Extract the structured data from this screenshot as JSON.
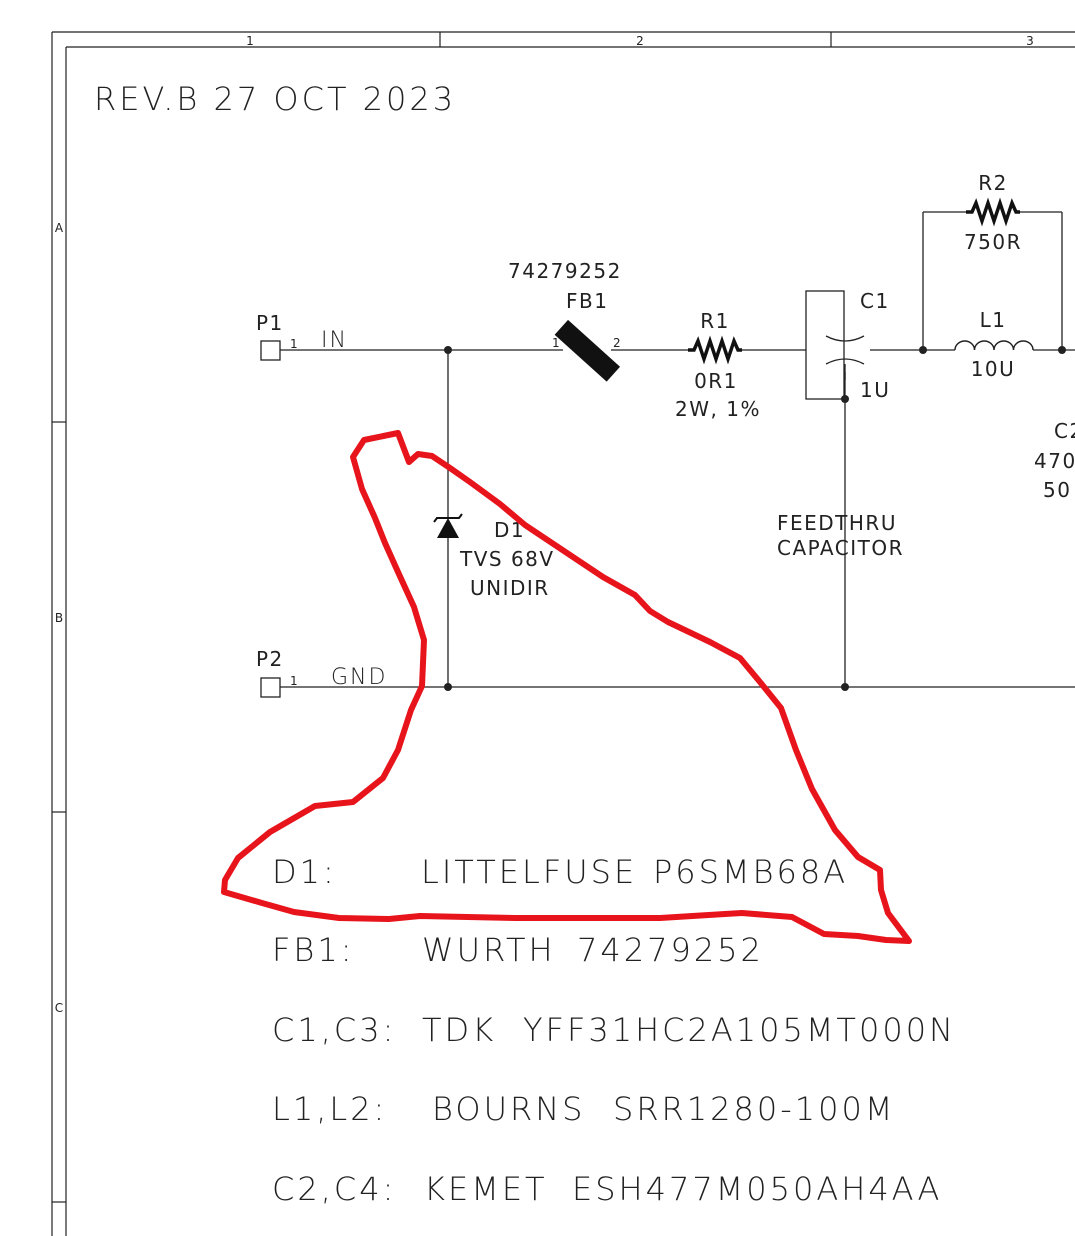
{
  "frame": {
    "columns": [
      "1",
      "2",
      "3"
    ],
    "rows": [
      "A",
      "B",
      "C"
    ]
  },
  "revision": "REV.B  27 OCT 2023",
  "ports": {
    "p1": {
      "ref": "P1",
      "pin": "1",
      "net": "IN"
    },
    "p2": {
      "ref": "P2",
      "pin": "1",
      "net": "GND"
    }
  },
  "components": {
    "fb1": {
      "part": "74279252",
      "ref": "FB1",
      "pin1": "1",
      "pin2": "2"
    },
    "r1": {
      "ref": "R1",
      "value": "0R1",
      "rating": "2W, 1%"
    },
    "c1": {
      "ref": "C1",
      "value": "1U",
      "note_line1": "FEEDTHRU",
      "note_line2": "CAPACITOR"
    },
    "r2": {
      "ref": "R2",
      "value": "750R"
    },
    "l1": {
      "ref": "L1",
      "value": "10U"
    },
    "d1": {
      "ref": "D1",
      "line1": "TVS 68V",
      "line2": "UNIDIR"
    },
    "c2_partial": {
      "ref": "C2",
      "value": "470",
      "rating": "50"
    }
  },
  "bom": [
    {
      "refs": "D1:",
      "maker": "LITTELFUSE",
      "part": "P6SMB68A"
    },
    {
      "refs": "FB1:",
      "maker": "WURTH",
      "part": "74279252"
    },
    {
      "refs": "C1,C3:",
      "maker": "TDK",
      "part": "YFF31HC2A105MT000N"
    },
    {
      "refs": "L1,L2:",
      "maker": "BOURNS",
      "part": "SRR1280-100M"
    },
    {
      "refs": "C2,C4:",
      "maker": "KEMET",
      "part": "ESH477M050AH4AA"
    }
  ],
  "colors": {
    "ink": "#222222",
    "annotation": "#e8141c",
    "background": "#ffffff"
  }
}
